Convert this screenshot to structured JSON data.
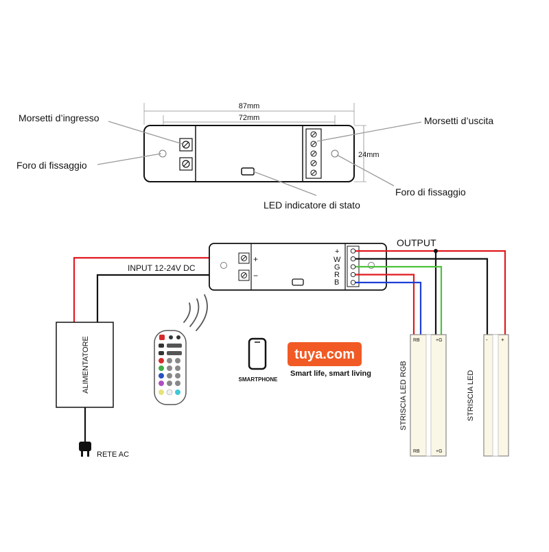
{
  "top": {
    "dim_87": "87mm",
    "dim_72": "72mm",
    "dim_24": "24mm",
    "input_terminals": "Morsetti d’ingresso",
    "output_terminals": "Morsetti d’uscita",
    "mount_hole_left": "Foro di fissaggio",
    "mount_hole_right": "Foro di fissaggio",
    "status_led": "LED indicatore di stato"
  },
  "wiring": {
    "output_label": "OUTPUT",
    "input_label": "INPUT 12-24V DC",
    "in_plus": "+",
    "in_minus": "−",
    "out_plus": "+",
    "out_w": "W",
    "out_g": "G",
    "out_r": "R",
    "out_b": "B",
    "power_supply": "ALIMENTATORE",
    "mains": "RETE AC",
    "smartphone": "SMARTPHONE",
    "tuya_logo": "tuya.com",
    "tuya_slogan": "Smart life, smart living",
    "rgb_strip": "STRISCIA LED RGB",
    "led_strip": "STRISCIA LED",
    "rgb_pads_top_left": "RB",
    "rgb_pads_top_right": "+G",
    "rgb_pads_bottom_left": "RB",
    "rgb_pads_bottom_right": "+G",
    "led_pad_minus": "-",
    "led_pad_plus": "+"
  },
  "colors": {
    "red_wire": "#e0191f",
    "black_wire": "#111111",
    "green_wire": "#4cc23a",
    "blue_wire": "#1b3fd6",
    "tuya_orange": "#f15a24",
    "strip_fill": "#fbf7e6"
  }
}
